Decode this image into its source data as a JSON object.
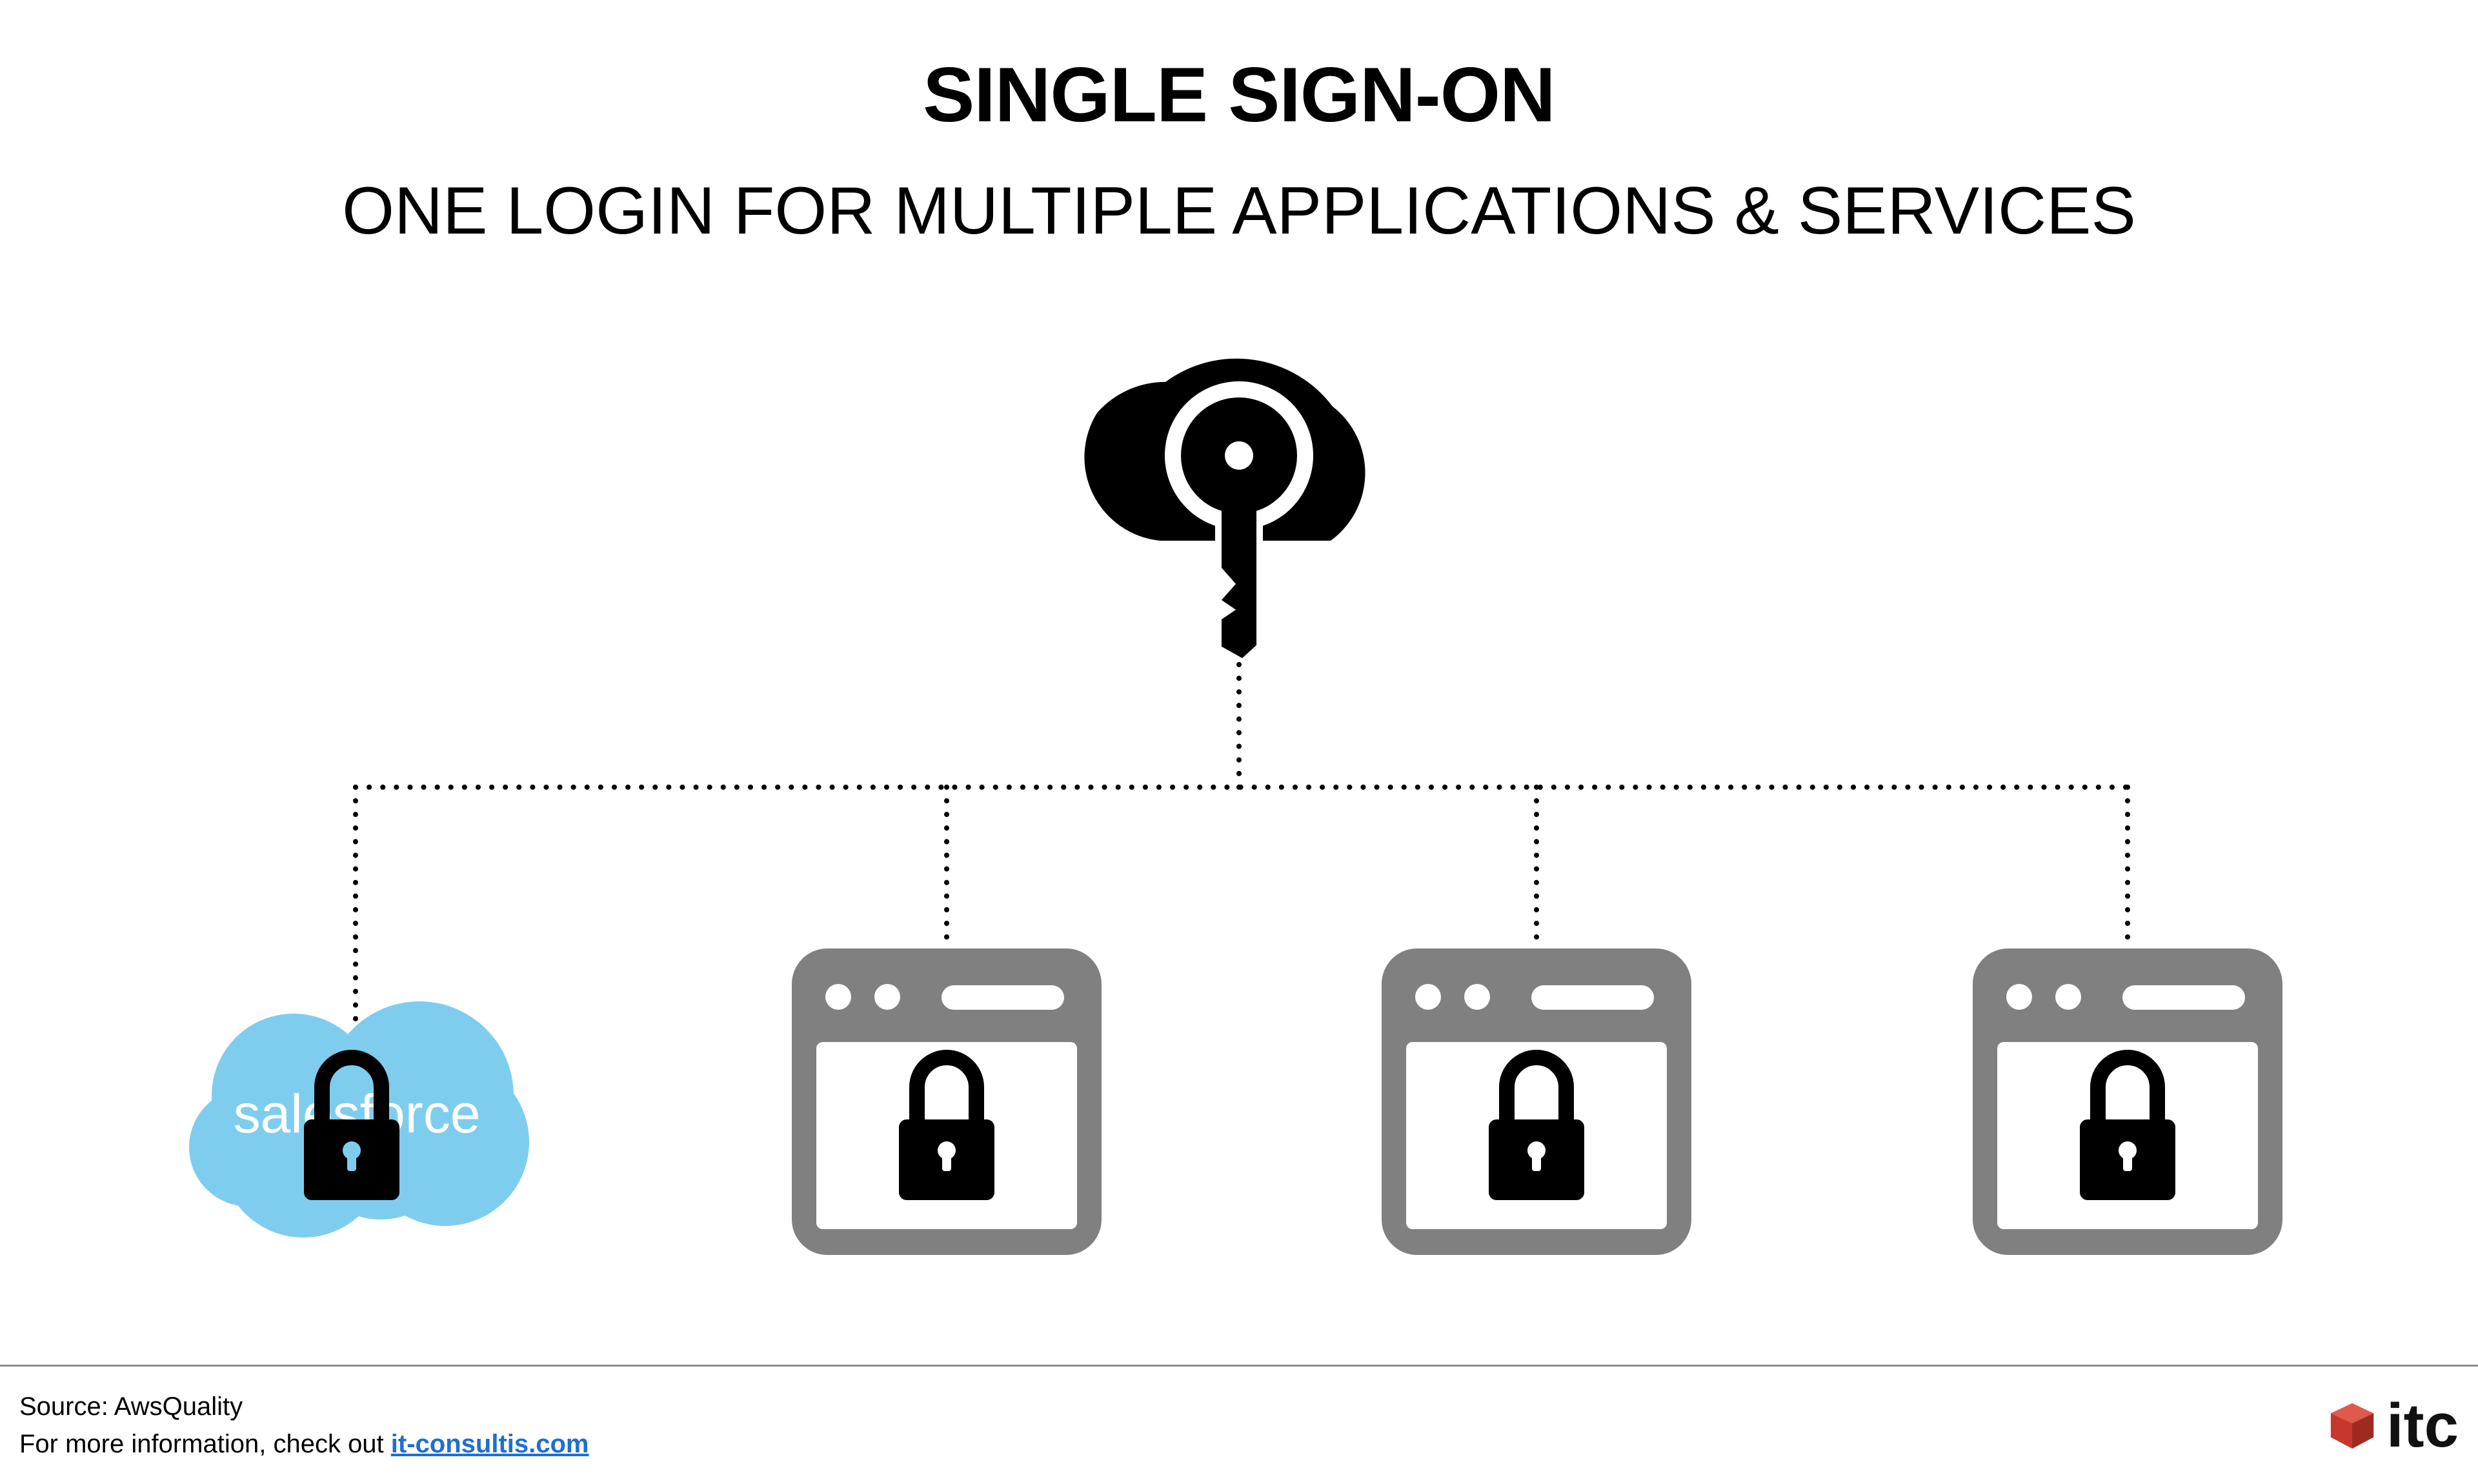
{
  "header": {
    "title": "SINGLE SIGN-ON",
    "subtitle": "ONE LOGIN FOR MULTIPLE APPLICATIONS & SERVICES"
  },
  "diagram": {
    "hub": {
      "icon": "cloud-key-icon"
    },
    "nodes": [
      {
        "icon": "salesforce-cloud-icon",
        "logo_text": "salesforce",
        "lock_icon": "padlock-icon"
      },
      {
        "icon": "browser-window-icon",
        "lock_icon": "padlock-icon"
      },
      {
        "icon": "browser-window-icon",
        "lock_icon": "padlock-icon"
      },
      {
        "icon": "browser-window-icon",
        "lock_icon": "padlock-icon"
      }
    ],
    "colors": {
      "icon": "#000000",
      "window": "#808080",
      "salesforce": "#7fcdee",
      "lock_keyhole_salesforce": "#7fcdee"
    }
  },
  "footer": {
    "source": "Source: AwsQuality",
    "more_info_prefix": "For more information, check out ",
    "link_text": "it-consultis.com",
    "brand": "itc",
    "brand_color": "#c8372d"
  }
}
